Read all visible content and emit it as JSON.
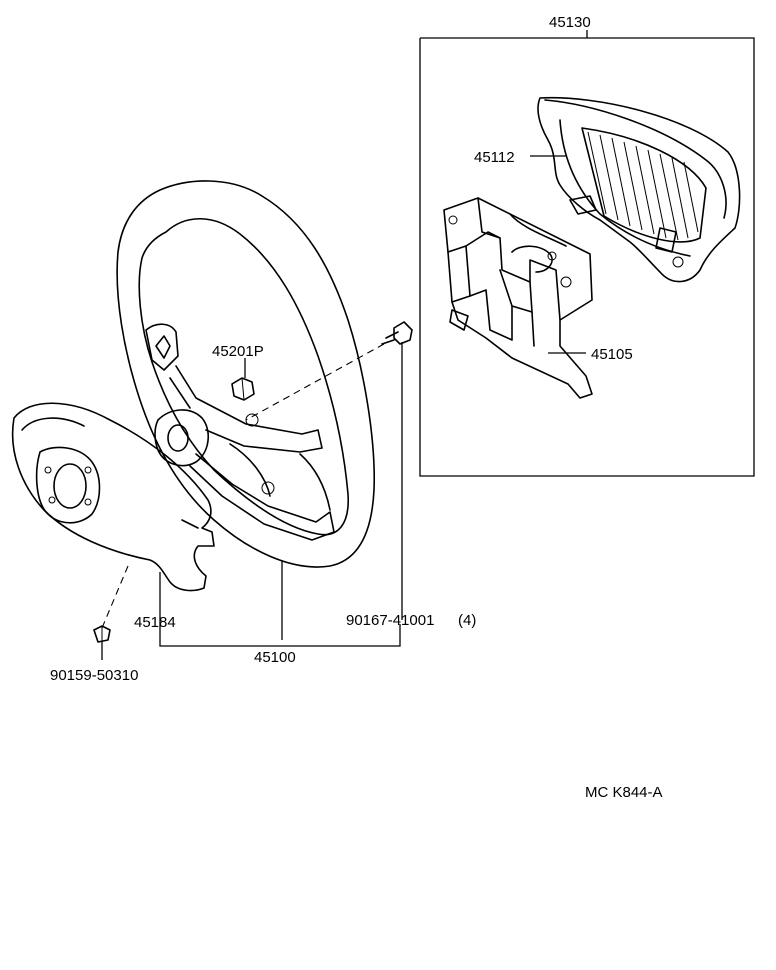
{
  "labels": {
    "assembly_box": "45130",
    "pad_cover": "45112",
    "pad_bracket": "45105",
    "nut": "45201P",
    "wheel": "45100",
    "lower_cover": "45184",
    "bolt": "90167-41001",
    "bolt_qty": "(4)",
    "screw": "90159-50310",
    "drawing_code": "MC K844-A"
  }
}
